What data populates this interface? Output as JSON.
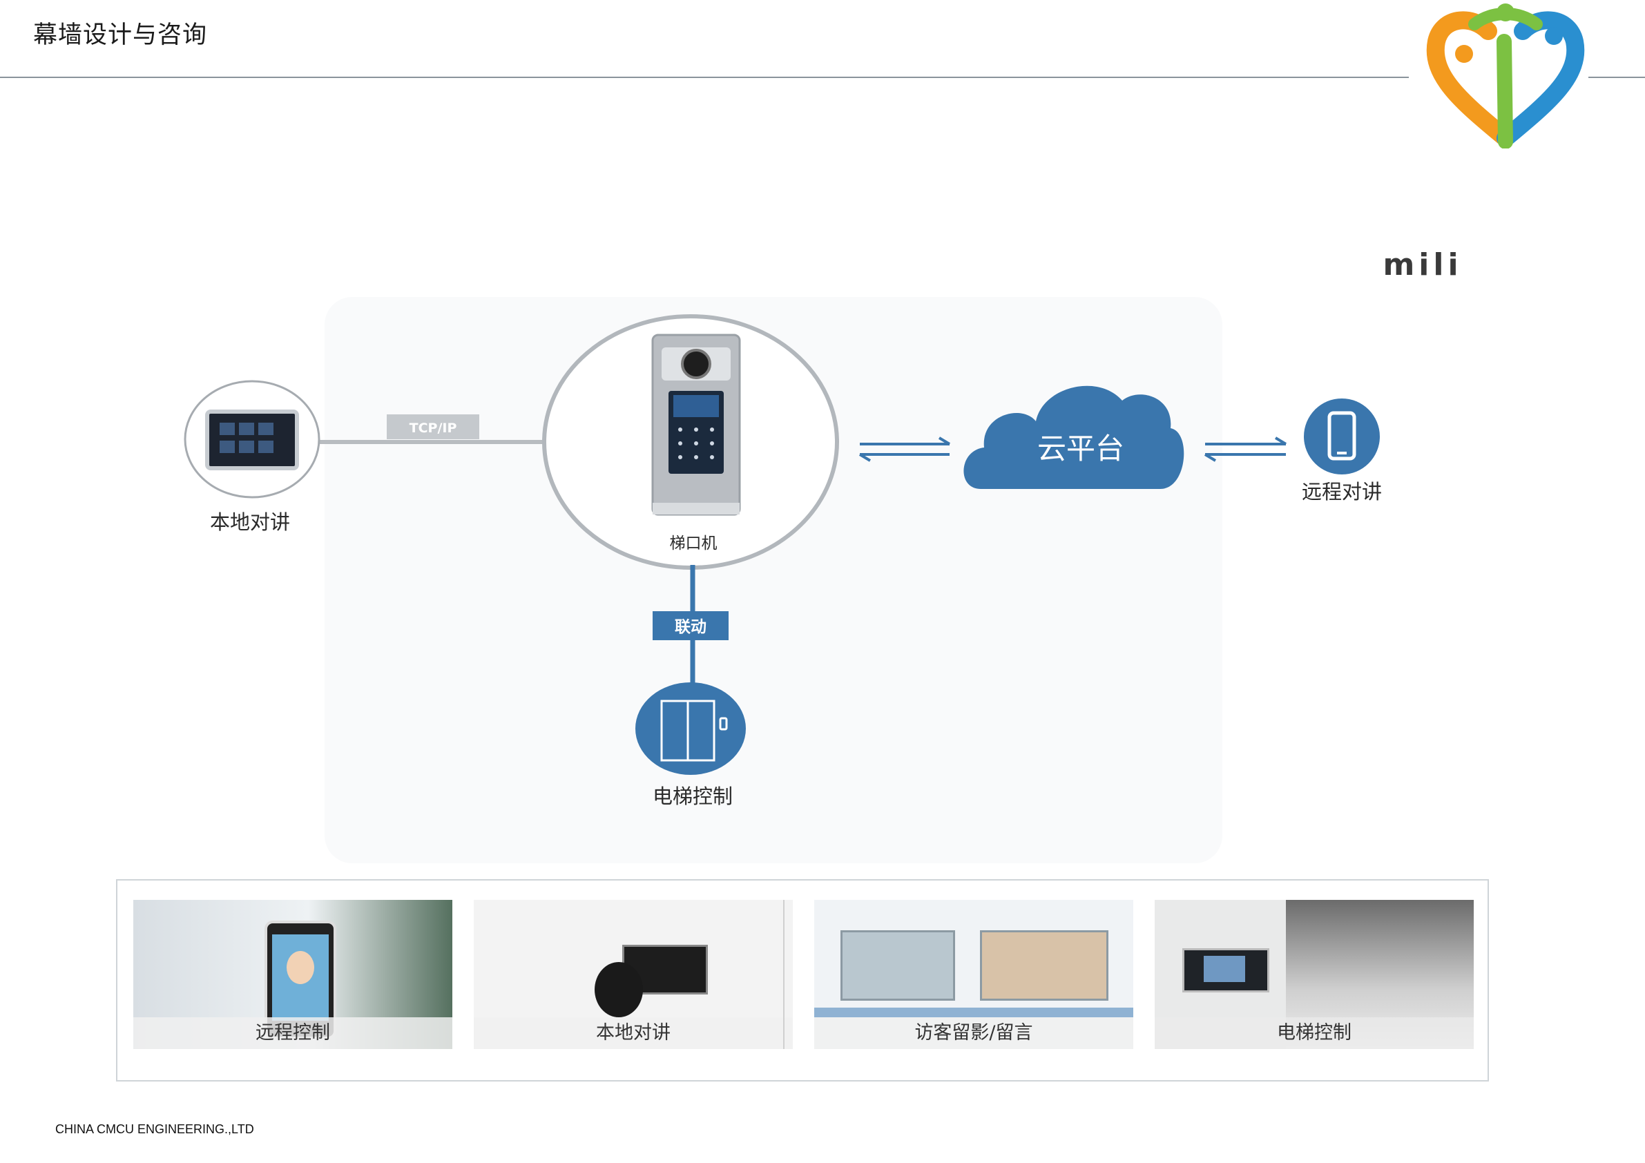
{
  "header": {
    "title": "幕墙设计与咨询"
  },
  "diagram": {
    "nodes": {
      "local_intercom": "本地对讲",
      "door_station": "梯口机",
      "cloud": "云平台",
      "remote_intercom": "远程对讲",
      "elevator_control": "电梯控制"
    },
    "edge_labels": {
      "tcp": "TCP/IP",
      "linkage": "联动"
    },
    "brand_mark": "mili"
  },
  "features": [
    {
      "label": "远程控制"
    },
    {
      "label": "本地对讲"
    },
    {
      "label": "访客留影/留言"
    },
    {
      "label": "电梯控制"
    }
  ],
  "footer": {
    "company": "CHINA CMCU ENGINEERING.,LTD"
  },
  "colors": {
    "accent_blue": "#3a76ad",
    "divider": "#8a949c",
    "logo_green": "#7cc142",
    "logo_orange": "#f39a1e",
    "logo_blue": "#2a8fd0"
  },
  "icons": {
    "logo": "heart-people-logo-icon",
    "phone": "smartphone-icon",
    "elevator": "elevator-doors-icon"
  }
}
